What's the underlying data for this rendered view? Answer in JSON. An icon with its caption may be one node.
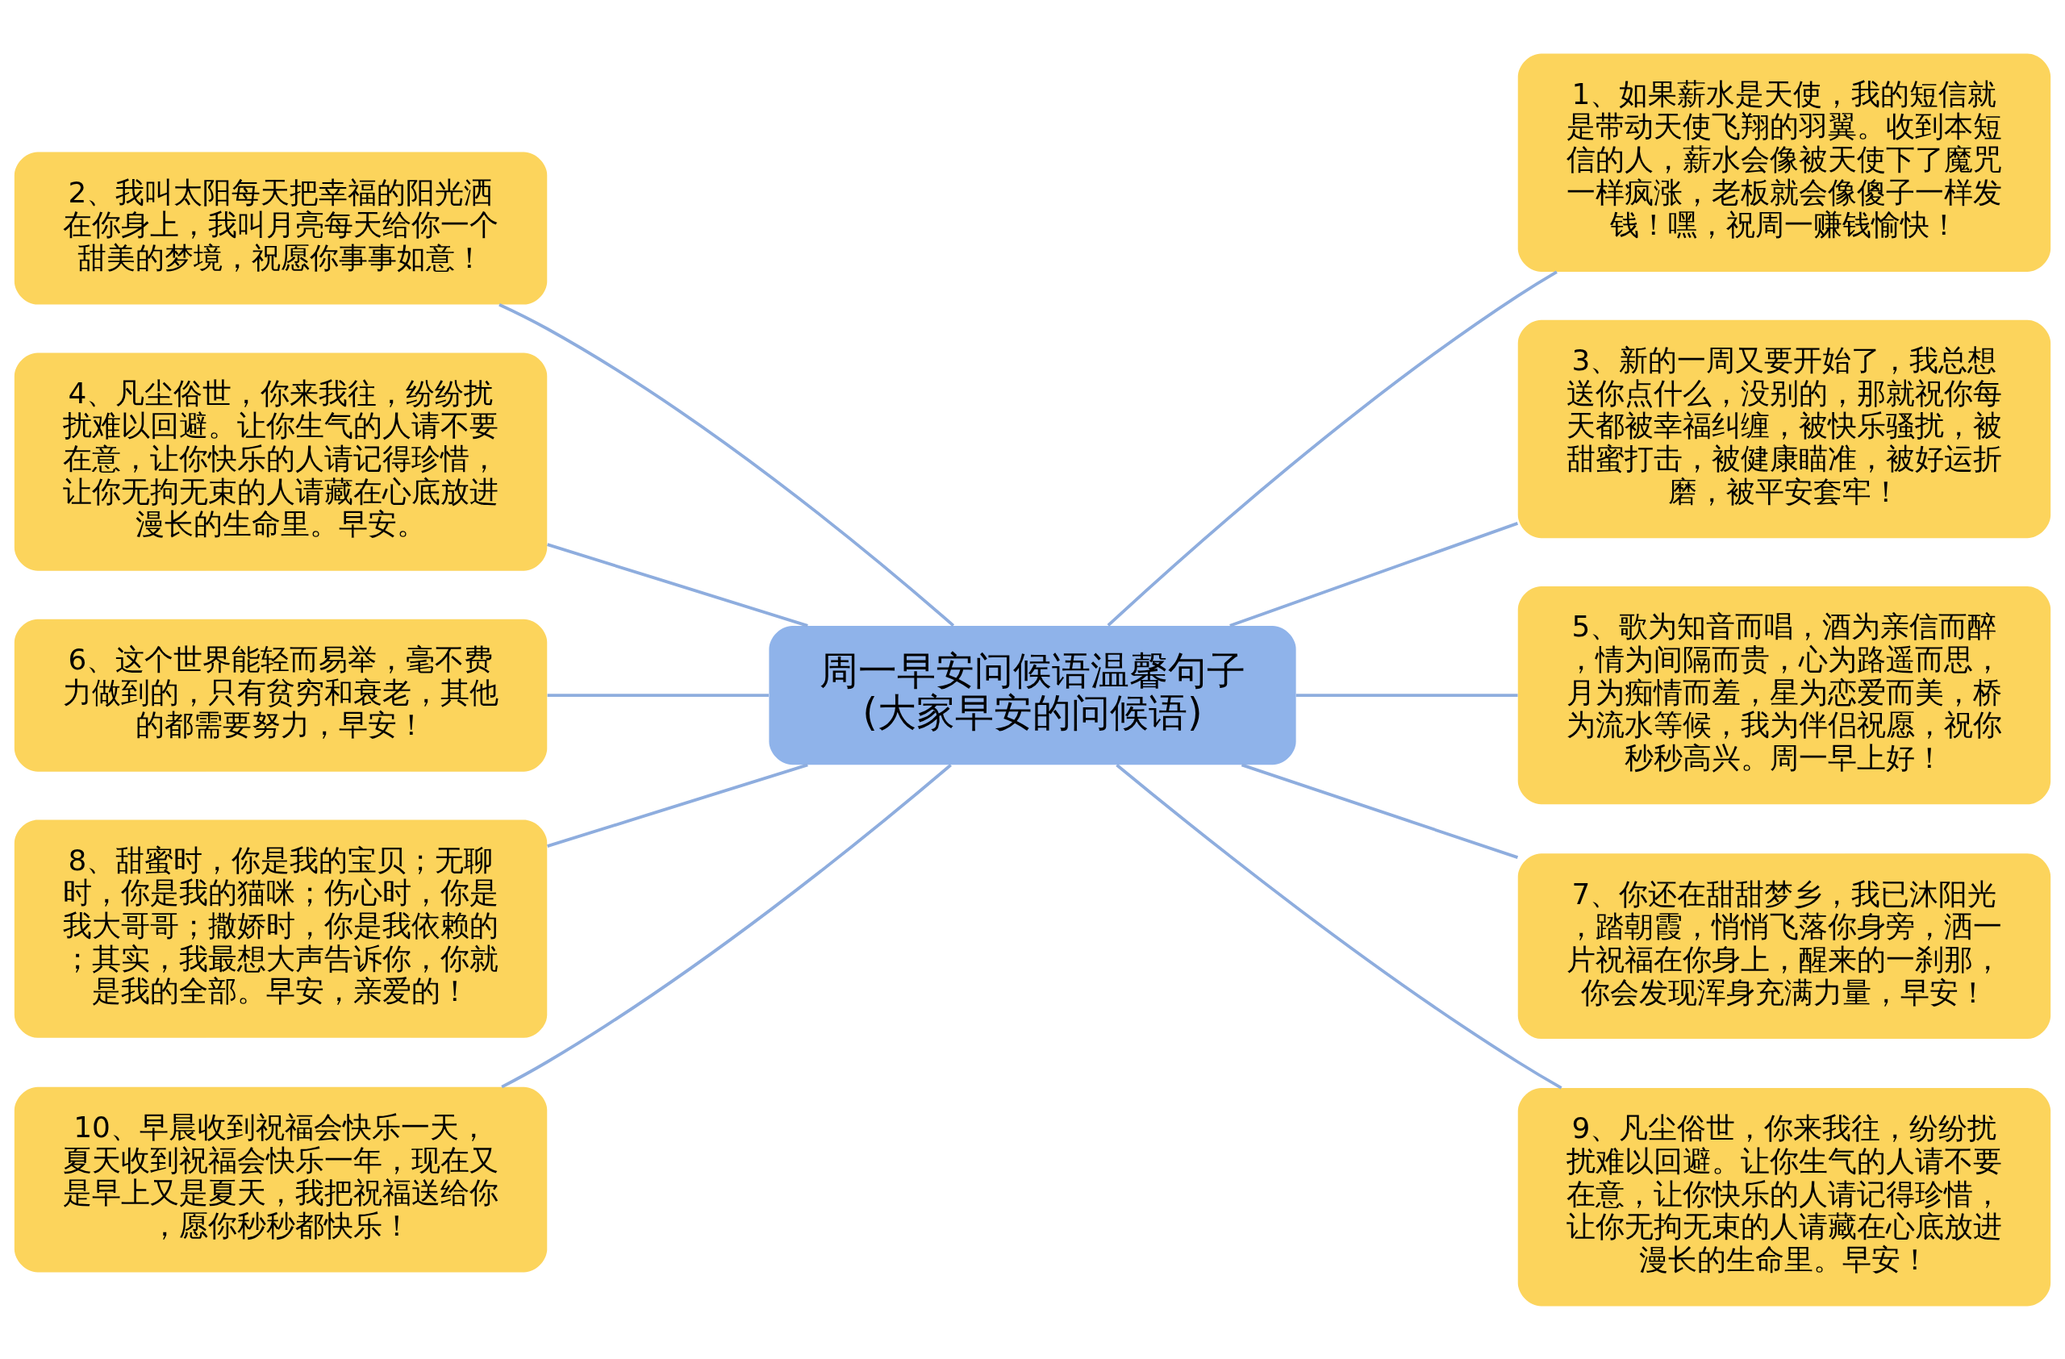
{
  "diagram": {
    "nodes": [
      {
        "text": [
          "周一早安问候语温馨句子(大家早安的问候语)"
        ]
      },
      {
        "text": [
          "1、如果薪水是天使，我的短信就是带动天使飞翔的羽翼。收到本短信的人，薪水会像被天使下了魔咒一样疯涨，老板就会像傻子一样发钱！嘿，祝周一赚钱愉快！"
        ]
      },
      {
        "text": [
          "2、我叫太阳每天把幸福的阳光洒在你身上，我叫月亮每天给你一个甜美的梦境，祝愿你事事如意！"
        ]
      },
      {
        "text": [
          "3、新的一周又要开始了，我总想送你点什么，没别的，那就祝你每天都被幸福纠缠，被快乐骚扰，被甜蜜打击，被健康瞄准，被好运折磨，被平安套牢！"
        ]
      },
      {
        "text": [
          "4、凡尘俗世，你来我往，纷纷扰扰难以回避。让你生气的人请不要在意，让你快乐的人请记得珍惜，让你无拘无束的人请藏在心底放进漫长的生命里。早安。"
        ]
      },
      {
        "text": [
          "5、歌为知音而唱，酒为亲信而醉，情为间隔而贵，心为路遥而思，月为痴情而羞，星为恋爱而美，桥为流水等候，我为伴侣祝愿，祝你秒秒高兴。周一早上好！"
        ]
      },
      {
        "text": [
          "6、这个世界能轻而易举，毫不费力做到的，只有贫穷和衰老，其他的都需要努力，早安！"
        ]
      },
      {
        "text": [
          "7、你还在甜甜梦乡，我已沐阳光，踏朝霞，悄悄飞落你身旁，洒一片祝福在你身上，醒来的一刹那，你会发现浑身充满力量，早安！"
        ]
      },
      {
        "text": [
          "8、甜蜜时，你是我的宝贝；无聊时，你是我的猫咪；伤心时，你是我大哥哥；撒娇时，你是我依赖的；其实，我最想大声告诉你，你就是我的全部。早安，亲爱的！"
        ]
      },
      {
        "text": [
          "9、凡尘俗世，你来我往，纷纷扰扰难以回避。让你生气的人请不要在意，让你快乐的人请记得珍惜，让你无拘无束的人请藏在心底放进漫长的生命里。早安！"
        ]
      },
      {
        "text": [
          "10、早晨收到祝福会快乐一天，夏天收到祝福会快乐一年，现在又是早上又是夏天，我把祝福送给你，愿你秒秒都快乐！"
        ]
      }
    ],
    "edges": [
      {
        "from": 0,
        "to": 1,
        "arrow": "none"
      },
      {
        "from": 0,
        "to": 2,
        "arrow": "none"
      },
      {
        "from": 0,
        "to": 3,
        "arrow": "none"
      },
      {
        "from": 0,
        "to": 4,
        "arrow": "none"
      },
      {
        "from": 0,
        "to": 5,
        "arrow": "none"
      },
      {
        "from": 0,
        "to": 6,
        "arrow": "none"
      },
      {
        "from": 0,
        "to": 7,
        "arrow": "none"
      },
      {
        "from": 0,
        "to": 8,
        "arrow": "none"
      },
      {
        "from": 0,
        "to": 9,
        "arrow": "none"
      },
      {
        "from": 0,
        "to": 10,
        "arrow": "none"
      }
    ]
  }
}
